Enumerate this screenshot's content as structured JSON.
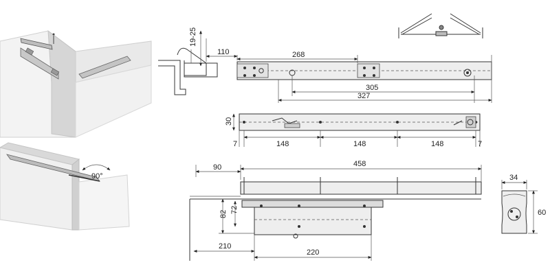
{
  "dimensions": {
    "d19_25": "19-25",
    "d110": "110",
    "d268": "268",
    "d305": "305",
    "d327": "327",
    "d30": "30",
    "d7_left": "7",
    "d148_a": "148",
    "d148_b": "148",
    "d148_c": "148",
    "d7_right": "7",
    "d90": "90",
    "d458": "458",
    "d82": "82",
    "d72": "72",
    "d210": "210",
    "d220": "220",
    "d34": "34",
    "d60": "60"
  },
  "angle_label": "90°",
  "colors": {
    "wall_face": "#f2f2f2",
    "wall_side": "#d4d4d4",
    "wall_top": "#e8e8e8",
    "metal": "#c9c9c9",
    "line": "#333333"
  }
}
